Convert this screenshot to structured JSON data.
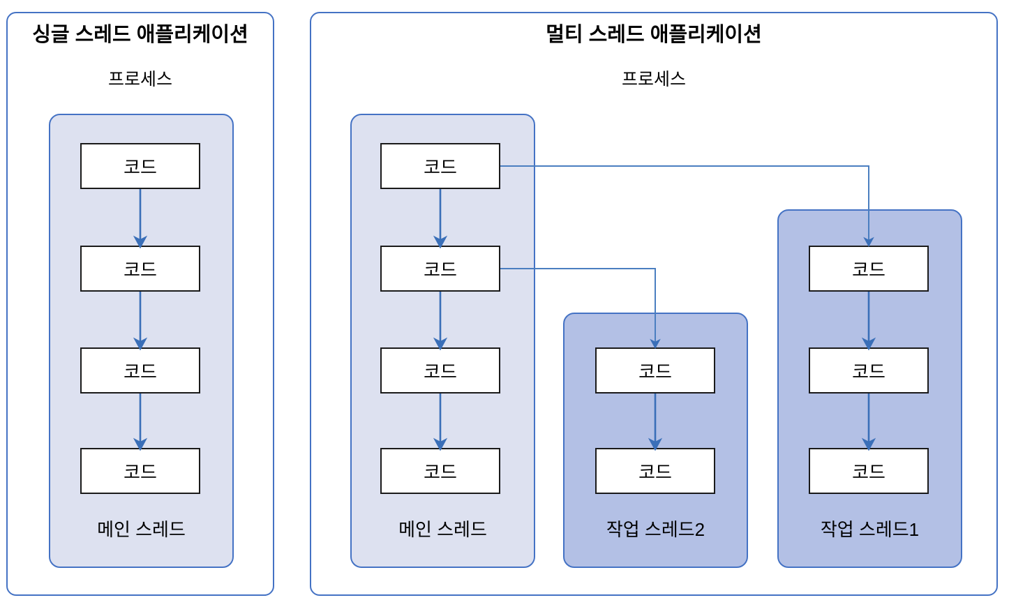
{
  "diagram": {
    "title_single": "싱글 스레드 애플리케이션",
    "title_multi": "멀티 스레드 애플리케이션",
    "process_label": "프로세스",
    "code_label": "코드",
    "colors": {
      "panel_border": "#4472c4",
      "main_thread_fill": "#dde1f0",
      "worker_thread_fill": "#b3c0e5",
      "arrow": "#3a6fb8",
      "code_border": "#1a1a1a",
      "background": "#ffffff"
    }
  },
  "single_panel": {
    "title": "싱글 스레드 애플리케이션",
    "process_label": "프로세스",
    "thread": {
      "label": "메인 스레드",
      "type": "main",
      "codes": [
        "코드",
        "코드",
        "코드",
        "코드"
      ]
    }
  },
  "multi_panel": {
    "title": "멀티 스레드 애플리케이션",
    "process_label": "프로세스",
    "threads": [
      {
        "label": "메인 스레드",
        "type": "main",
        "codes": [
          "코드",
          "코드",
          "코드",
          "코드"
        ]
      },
      {
        "label": "작업 스레드2",
        "type": "worker",
        "codes": [
          "코드",
          "코드"
        ]
      },
      {
        "label": "작업 스레드1",
        "type": "worker",
        "codes": [
          "코드",
          "코드",
          "코드"
        ]
      }
    ]
  },
  "connections": [
    {
      "from": "main-thread-code-1",
      "to": "worker-thread1-code-1",
      "kind": "spawn-arrow"
    },
    {
      "from": "main-thread-code-2",
      "to": "worker-thread2-code-1",
      "kind": "spawn-arrow"
    }
  ]
}
